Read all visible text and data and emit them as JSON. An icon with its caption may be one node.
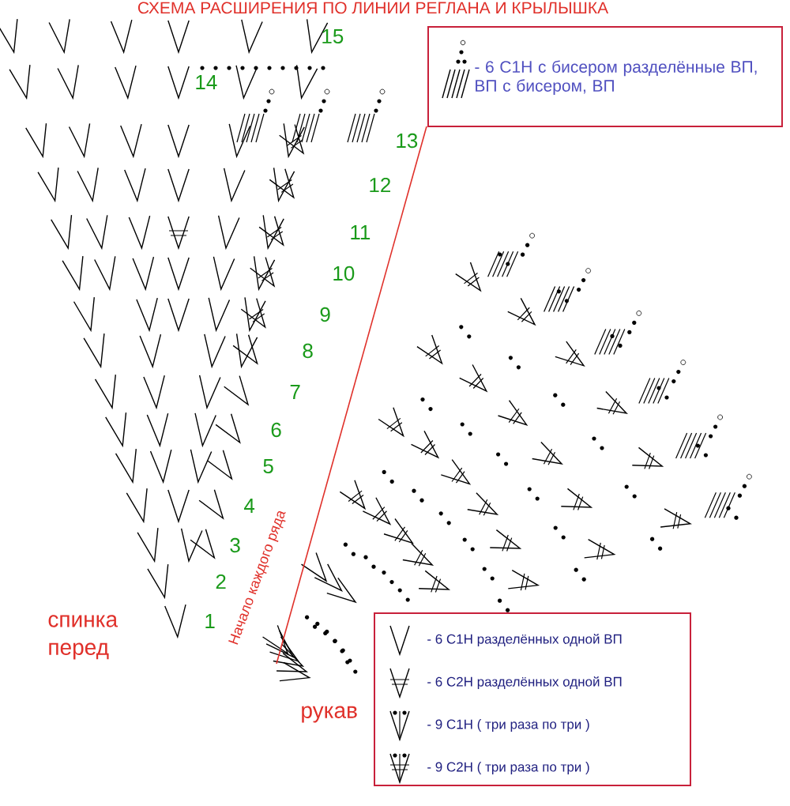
{
  "diagram": {
    "title": "СХЕМА РАСШИРЕНИЯ ПО ЛИНИИ РЕГЛАНА И КРЫЛЫШКА",
    "labels": [
      "15",
      "14",
      "13",
      "12",
      "11",
      "10",
      "9",
      "8",
      "7",
      "6",
      "5",
      "4",
      "3",
      "2",
      "1",
      "Начало каждого ряда",
      "спинка",
      "перед",
      "рукав"
    ],
    "legend": [
      {
        "text": "- 6 С1Н с бисером разделённые ВП, ВП с бисером, ВП"
      },
      {
        "text": "- 6 С1Н разделённых одной ВП"
      },
      {
        "text": "- 6 С2Н разделённых одной ВП"
      },
      {
        "text": "- 9 С1Н ( три раза по три )"
      },
      {
        "text": "- 9 С2Н ( три раза по три )"
      }
    ]
  }
}
